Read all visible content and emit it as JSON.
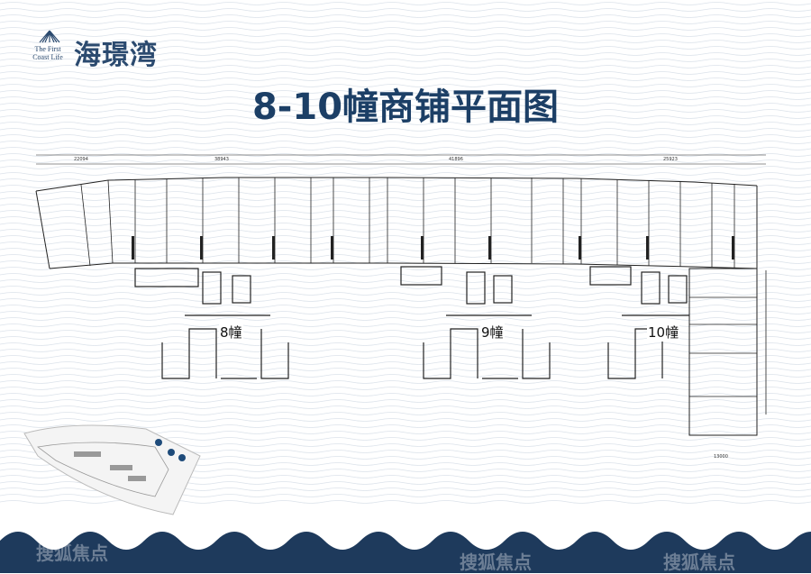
{
  "brand": {
    "name_en_line1": "The First",
    "name_en_line2": "Coast Life",
    "name_cn": "海璟湾",
    "color": "#2b4a6f"
  },
  "page_title": "8-10幢商铺平面图",
  "buildings": [
    {
      "label": "8幢"
    },
    {
      "label": "9幢"
    },
    {
      "label": "10幢"
    }
  ],
  "dimensions": {
    "top_left": "22094",
    "top_mid_left": "38943",
    "top_mid": "41896",
    "top_right": "25923",
    "right_bottom": "13000"
  },
  "watermark": "搜狐焦点",
  "colors": {
    "title": "#1c3f66",
    "wave": "#1e3a5c",
    "plan_line": "#222222"
  }
}
